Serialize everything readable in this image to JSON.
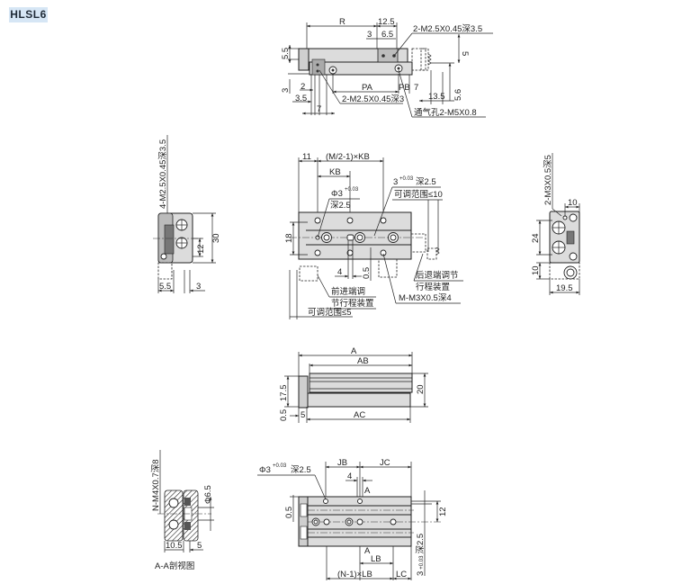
{
  "model_badge": "HLSL6",
  "top_view": {
    "dims": {
      "R": "R",
      "d12_5": "12.5",
      "d3": "3",
      "d6_5": "6.5",
      "d5_5": "5.5",
      "d5": "5",
      "d3_left": "3",
      "d2": "2",
      "d3_5": "3.5",
      "d7_bottom": "7",
      "PA": "PA",
      "PB": "PB",
      "d7": "7",
      "d13_5": "13.5",
      "d5_6": "5.6"
    },
    "callouts": {
      "top_thread": "2-M2.5X0.45深3.5",
      "bottom_thread": "2-M2.5X0.45深3",
      "air_port": "通气孔2-M5X0.8"
    }
  },
  "left_view": {
    "callout": "4-M2.5X0.45深3.5",
    "dims": {
      "d30": "30",
      "d12": "12",
      "d5_5": "5.5",
      "d3": "3"
    }
  },
  "center_view": {
    "dims": {
      "d11": "11",
      "M_KB": "(M/2-1)×KB",
      "KB": "KB",
      "d18": "18",
      "d4": "4",
      "d0_5": "0.5"
    },
    "callouts": {
      "pin_hole": "Φ3",
      "pin_tol": "+0.03",
      "pin_tol_low": "0",
      "pin_depth": "深2.5",
      "pin_hole_r": "3",
      "pin_depth_r": "深2.5",
      "rear_range": "可调范围≤10",
      "rear_adj_1": "后退端调节",
      "rear_adj_2": "行程装置",
      "front_adj_1": "前进端调",
      "front_adj_2": "节行程装置",
      "front_range": "可调范围≤5",
      "mount_thread": "M-M3X0.5深4"
    }
  },
  "right_view": {
    "callout": "2-M3X0.5深5",
    "dims": {
      "d10_top": "10",
      "d24": "24",
      "d10": "10",
      "d19_5": "19.5"
    }
  },
  "side_view": {
    "dims": {
      "A": "A",
      "AB": "AB",
      "d17_5": "17.5",
      "d20": "20",
      "d0_5": "0.5",
      "d5": "5",
      "AC": "AC"
    }
  },
  "section_view": {
    "callout": "N-M4X0.7深8",
    "dims": {
      "d6_5": "Φ6.5",
      "d10_5": "10.5",
      "d5": "5"
    },
    "caption": "A-A剖视图"
  },
  "bottom_view": {
    "callout_pin": "Φ3",
    "callout_tol": "+0.03",
    "callout_tol_low": "0",
    "callout_depth": "深2.5",
    "dims": {
      "JB": "JB",
      "JC": "JC",
      "d4": "4",
      "A_top": "A",
      "A_bot": "A",
      "d0_5": "0.5",
      "d12": "12",
      "LB": "LB",
      "NLB": "(N-1)×LB",
      "LC": "LC",
      "side_pin": "3",
      "side_tol": "+0.03",
      "side_depth": "深2.5"
    }
  }
}
